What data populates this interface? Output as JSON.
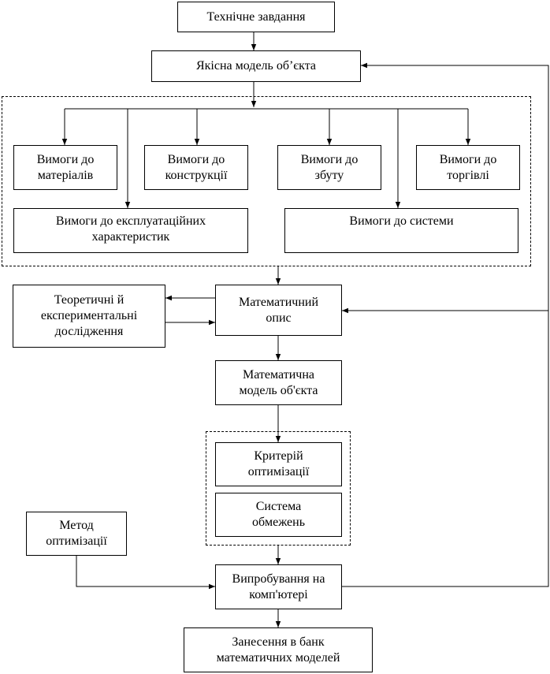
{
  "nodes": {
    "tech_task": "Технічне завдання",
    "quality_model": "Якісна модель об’єкта",
    "req_materials": "Вимоги до\nматеріалів",
    "req_construction": "Вимоги до\nконструкції",
    "req_sales": "Вимоги до\nзбуту",
    "req_trade": "Вимоги до\nторгівлі",
    "req_operational": "Вимоги до експлуатаційних\nхарактеристик",
    "req_system": "Вимоги до системи",
    "math_description": "Математичний\nопис",
    "research": "Теоретичні й\nекспериментальні\nдослідження",
    "math_model": "Математична\nмодель об'єкта",
    "criterion": "Критерій\nоптимізації",
    "constraints": "Система\nобмежень",
    "opt_method": "Метод\nоптимізації",
    "computer_test": "Випробування на\nкомп'ютері",
    "bank_entry": "Занесення в банк\nматематичних моделей"
  }
}
